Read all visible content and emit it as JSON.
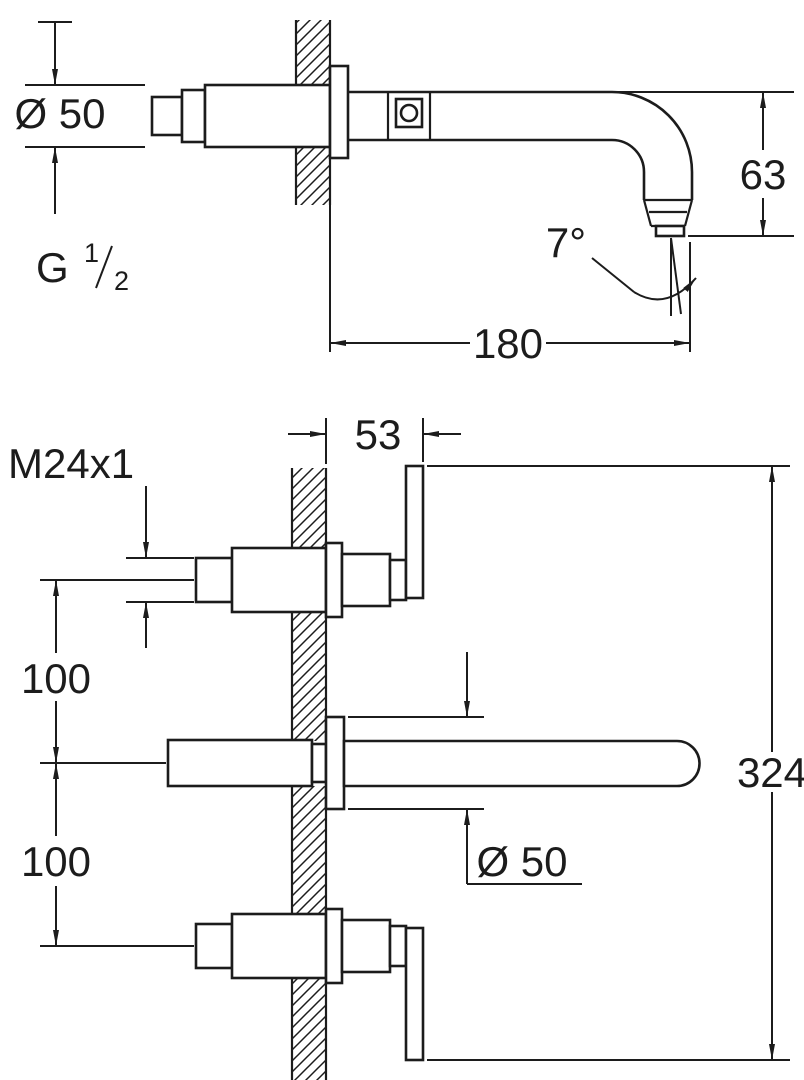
{
  "drawing": {
    "type": "technical-dimension-drawing",
    "background": "#ffffff",
    "line_color": "#1c1c1c",
    "views": {
      "top": {
        "name": "spout-side-view",
        "labels": {
          "diameter": "Ø 50",
          "thread_prefix": "G",
          "thread_numerator": "1",
          "thread_denominator": "2",
          "spout_height": "63",
          "spout_angle": "7°",
          "spout_reach": "180"
        }
      },
      "bottom": {
        "name": "front-installation-view",
        "labels": {
          "thread": "M24x1",
          "wall_offset": "53",
          "handle_spacing_top": "100",
          "handle_spacing_bottom": "100",
          "overall_height": "324",
          "rosette_diameter": "Ø 50"
        }
      }
    }
  }
}
